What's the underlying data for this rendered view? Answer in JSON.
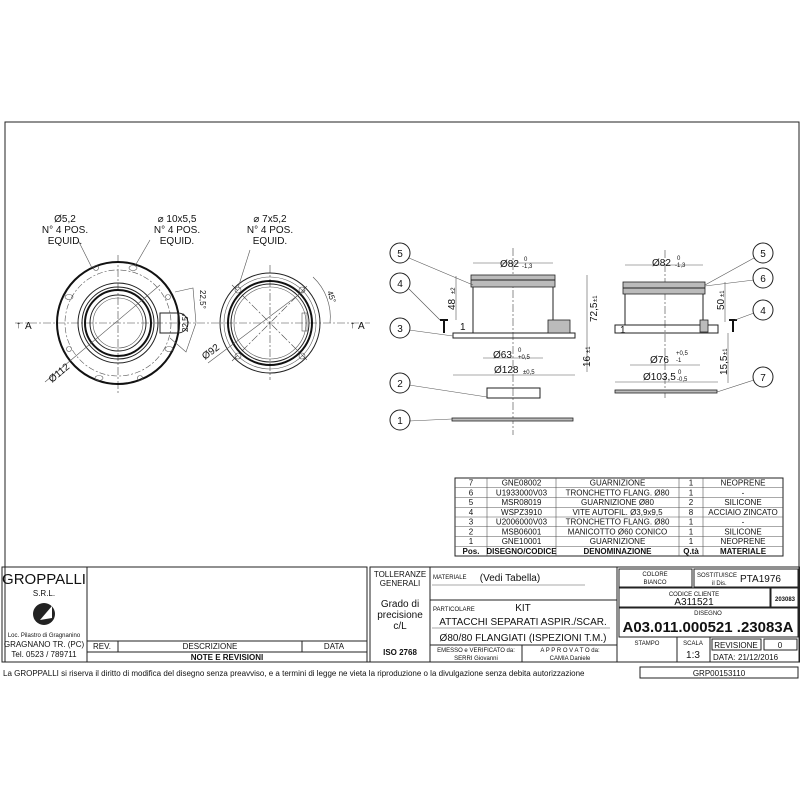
{
  "views": {
    "hole1": [
      "Ø5,2",
      "N° 4 POS.",
      "EQUID."
    ],
    "hole2": [
      "⌀ 10x5,5",
      "N° 4 POS.",
      "EQUID."
    ],
    "hole3": [
      "⌀ 7x5,2",
      "N° 4 POS.",
      "EQUID."
    ],
    "section_mark": "A",
    "dim_112": "Ø112",
    "dim_92": "Ø92",
    "angle1": "22,5°",
    "angle2": "22,5°",
    "angle3": "45°"
  },
  "section_left": {
    "d82": "Ø82",
    "d82_tol": [
      "0",
      "-1,3"
    ],
    "h48": "48",
    "h48_tol": "±2",
    "h72": "72,5",
    "h72_tol": "±1",
    "one": "1",
    "d63": "Ø63",
    "d63_tol": [
      "0",
      "+0,5"
    ],
    "h16": "16",
    "h16_tol": "±1",
    "d128": "Ø128",
    "d128_tol": "±0,5"
  },
  "section_right": {
    "d82": "Ø82",
    "d82_tol": [
      "0",
      "-1,3"
    ],
    "h50": "50",
    "h50_tol": "±1",
    "one": "1",
    "d76": "Ø76",
    "d76_tol": [
      "+0,5",
      "-1"
    ],
    "d103": "Ø103,5",
    "d103_tol": [
      "0",
      "-0,5"
    ],
    "h15": "15,5",
    "h15_tol": "±1"
  },
  "balloons_left": [
    "5",
    "4",
    "3",
    "2",
    "1"
  ],
  "balloons_right": [
    "5",
    "6",
    "4",
    "7"
  ],
  "parts_table": {
    "headers": [
      "Pos.",
      "DISEGNO/CODICE",
      "DENOMINAZIONE",
      "Q.tà",
      "MATERIALE"
    ],
    "rows": [
      [
        "7",
        "GNE08002",
        "GUARNIZIONE",
        "1",
        "NEOPRENE"
      ],
      [
        "6",
        "U1933000V03",
        "TRONCHETTO FLANG. Ø80",
        "1",
        "-"
      ],
      [
        "5",
        "MSR08019",
        "GUARNIZIONE Ø80",
        "2",
        "SILICONE"
      ],
      [
        "4",
        "WSPZ3910",
        "VITE AUTOFIL. Ø3,9x9,5",
        "8",
        "ACCIAIO ZINCATO"
      ],
      [
        "3",
        "U2006000V03",
        "TRONCHETTO FLANG. Ø80",
        "1",
        "-"
      ],
      [
        "2",
        "MSB06001",
        "MANICOTTO Ø60 CONICO",
        "1",
        "SILICONE"
      ],
      [
        "1",
        "GNE10001",
        "GUARNIZIONE",
        "1",
        "NEOPRENE"
      ]
    ]
  },
  "company": {
    "name": "GROPPALLI",
    "suffix": "S.R.L.",
    "address1": "Loc. Pilastro di Gragnanino",
    "address2": "GRAGNANO TR. (PC)",
    "phone": "Tel. 0523 / 789711"
  },
  "revisions": {
    "rev": "REV.",
    "desc": "DESCRIZIONE",
    "date": "DATA",
    "title": "NOTE E REVISIONI"
  },
  "tolerances": {
    "l1": "TOLLERANZE",
    "l2": "GENERALI",
    "g1": "Grado di",
    "g2": "precisione",
    "g3": "c/L",
    "iso": "ISO 2768"
  },
  "title_block": {
    "materiale_label": "MATERIALE",
    "materiale": "(Vedi Tabella)",
    "particolare_label": "PARTICOLARE",
    "particolare": "KIT",
    "desc1": "ATTACCHI SEPARATI ASPIR./SCAR.",
    "desc2": "Ø80/80 FLANGIATI (ISPEZIONI T.M.)",
    "emesso_label": "EMESSO e VERIFICATO da:",
    "emesso": "SERRI Giovanni",
    "approvato_label": "A P P R O V A T O da:",
    "approvato": "CAMIA Daniele",
    "colore_label": "COLORE",
    "colore": "BIANCO",
    "sostituisce_label": "SOSTITUISCE",
    "sostituisce_sub": "il Dis.",
    "sostituisce": "PTA1976",
    "codice_cliente_label": "CODICE CLIENTE",
    "codice_cliente": "A311521",
    "code_side": "203083",
    "disegno_label": "DISEGNO",
    "disegno": "A03.011.000521 .23083A",
    "stampo_label": "STAMPO",
    "scala_label": "SCALA",
    "scala": "1:3",
    "revisione_label": "REVISIONE",
    "revisione": "0",
    "data_label": "DATA:",
    "data": "21/12/2016",
    "grp": "GRP00153110"
  },
  "footer": "La GROPPALLI si riserva il diritto di modifica del disegno senza preavviso, e a termini di legge ne vieta la riproduzione o la divulgazione senza debita autorizzazione"
}
